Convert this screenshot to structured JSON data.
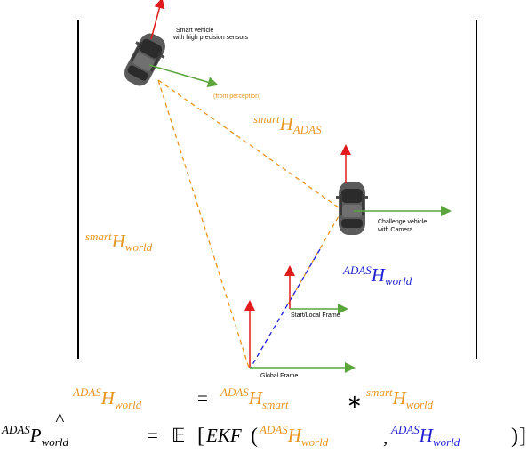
{
  "colors": {
    "orange": "#e8951f",
    "blue": "#1f1fd6",
    "red": "#e01b1b",
    "green": "#5aa53c",
    "car_body": "#5b5b5b"
  },
  "labels": {
    "smart_vehicle": [
      "Smart vehicle",
      "with high precision sensors"
    ],
    "from_perception": "(from perception)",
    "challenge_vehicle": [
      "Challenge vehicle",
      "with Camera"
    ],
    "start_frame": "Start/Local Frame",
    "global_frame": "Global Frame"
  },
  "math": {
    "H": "H",
    "smart": "smart",
    "ADAS": "ADAS",
    "world": "world",
    "P": "P",
    "hat": "^",
    "equals": "=",
    "times": "∗",
    "expect": "𝔼",
    "EKF": "EKF",
    "lbracket": "[",
    "rbracket": "]",
    "lparen": "(",
    "rparen": ")",
    "comma": ","
  }
}
